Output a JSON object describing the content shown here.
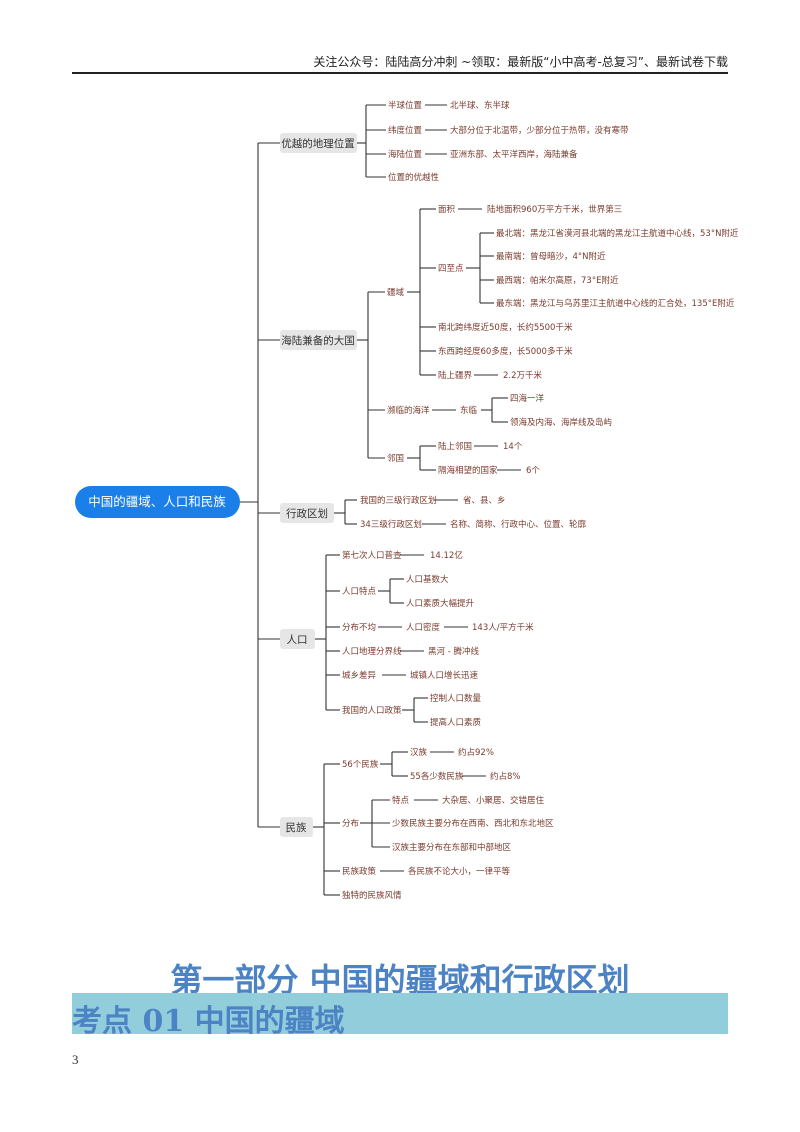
{
  "header": {
    "text": "关注公众号：陆陆高分冲刺 ~领取：最新版“小中高考-总复习”、最新试卷下载"
  },
  "mindmap": {
    "root": "中国的疆域、人口和民族",
    "b1": {
      "label": "优越的地理位置",
      "items": [
        "半球位置",
        "北半球、东半球",
        "纬度位置",
        "大部分位于北温带，少部分位于热带，没有寒带",
        "海陆位置",
        "亚洲东部、太平洋西岸，海陆兼备",
        "位置的优越性"
      ]
    },
    "b2": {
      "label": "海陆兼备的大国",
      "items": [
        "疆域",
        "面积",
        "陆地面积960万平方千米，世界第三",
        "四至点",
        "最北端：黑龙江省漠河县北端的黑龙江主航道中心线，53°N附近",
        "最南端：曾母暗沙，4°N附近",
        "最西端：帕米尔高原，73°E附近",
        "最东端：黑龙江与乌苏里江主航道中心线的汇合处，135°E附近",
        "南北跨纬度近50度，长约5500千米",
        "东西跨经度60多度，长5000多千米",
        "陆上疆界",
        "2.2万千米",
        "濒临的海洋",
        "东临",
        "四海一洋",
        "领海及内海、海岸线及岛屿",
        "邻国",
        "陆上邻国",
        "14个",
        "隔海相望的国家",
        "6个"
      ]
    },
    "b3": {
      "label": "行政区划",
      "items": [
        "我国的三级行政区划",
        "省、县、乡",
        "34三级行政区划",
        "名称、简称、行政中心、位置、轮廓"
      ]
    },
    "b4": {
      "label": "人口",
      "items": [
        "第七次人口普查",
        "14.12亿",
        "人口特点",
        "人口基数大",
        "人口素质大幅提升",
        "分布不均",
        "人口密度",
        "143人/平方千米",
        "人口地理分界线",
        "黑河 - 腾冲线",
        "城乡差异",
        "城镇人口增长迅速",
        "我国的人口政策",
        "控制人口数量",
        "提高人口素质"
      ]
    },
    "b5": {
      "label": "民族",
      "items": [
        "56个民族",
        "汉族",
        "约占92%",
        "55各少数民族",
        "约占8%",
        "分布",
        "特点",
        "大杂居、小聚居、交错居住",
        "少数民族主要分布在西南、西北和东北地区",
        "汉族主要分布在东部和中部地区",
        "民族政策",
        "各民族不论大小，一律平等",
        "独特的民族风情"
      ]
    }
  },
  "section_title": "第一部分  中国的疆域和行政区划",
  "topic_title": "考点 01  中国的疆域",
  "page_number": "3",
  "colors": {
    "root_fill": "#1a7fe8",
    "box_fill": "#e6e6e6",
    "heading": "#4c83c4",
    "band": "#92cddc",
    "leaf_text": "#7a3b2e"
  }
}
